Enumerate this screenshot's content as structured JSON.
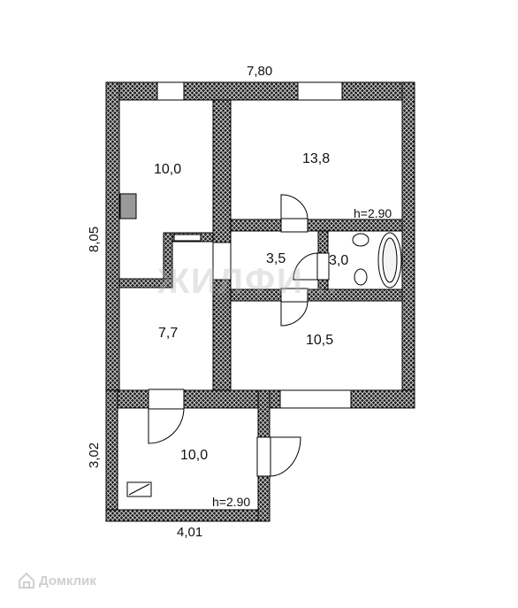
{
  "dimensions": {
    "top_width": "7,80",
    "left_height": "8,05",
    "annex_height": "3,02",
    "annex_width": "4,01"
  },
  "rooms": {
    "room_top_left": "10,0",
    "room_top_right": "13,8",
    "hall": "3,5",
    "bathroom": "3,0",
    "room_mid_left": "7,7",
    "room_mid_right": "10,5",
    "annex_room": "10,0"
  },
  "heights": {
    "main_ceiling": "h=2.90",
    "annex_ceiling": "h=2.90"
  },
  "logo": {
    "text": "Домклик"
  },
  "watermark": {
    "text": "ЖИЛФИ..."
  },
  "colors": {
    "wall": "#1a1a1a",
    "wall_hatch": "#d9d9d9",
    "background": "#ffffff",
    "logo": "#cfcfcf"
  }
}
